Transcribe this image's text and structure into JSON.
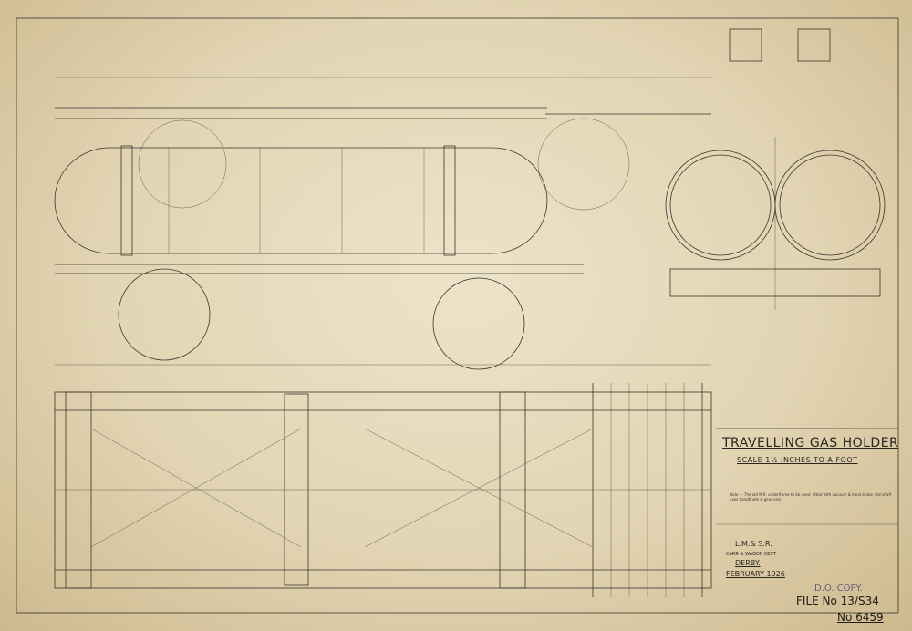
{
  "drawing": {
    "title": "TRAVELLING GAS HOLDER",
    "scale": "SCALE 1½ INCHES TO A FOOT",
    "note": "Note — The old M.R. underframe to be used, fitted with vacuum & hand brake, the shaft axes handbrake & gear end.",
    "company": "L.M.& S.R.",
    "department": "CARR & WAGON DEPT",
    "location": "DERBY.",
    "date": "FEBRUARY 1926",
    "stamp": "D.O. COPY.",
    "file_number": "FILE No 13/S34",
    "drawing_number": "No 6459"
  }
}
